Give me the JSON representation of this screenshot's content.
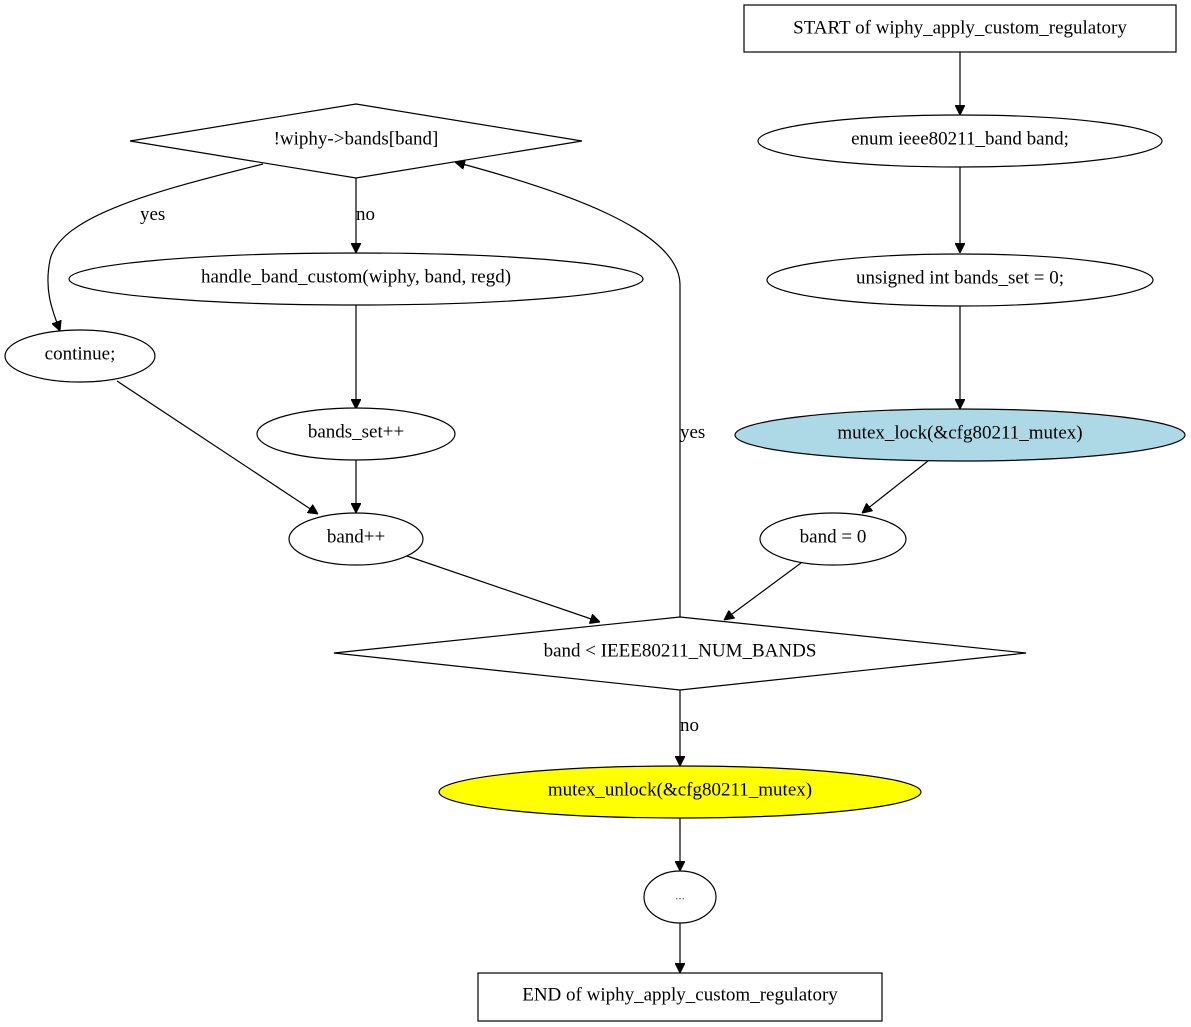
{
  "diagram": {
    "nodes": {
      "start": {
        "label": "START of wiphy_apply_custom_regulatory"
      },
      "enum_band": {
        "label": "enum ieee80211_band band;"
      },
      "bands_set_init": {
        "label": "unsigned int bands_set = 0;"
      },
      "mutex_lock": {
        "label": "mutex_lock(&cfg80211_mutex)",
        "fill": "#add8e6"
      },
      "band_zero": {
        "label": "band = 0"
      },
      "loop_cond": {
        "label": "band < IEEE80211_NUM_BANDS"
      },
      "check_band": {
        "label": "!wiphy->bands[band]"
      },
      "handle_band": {
        "label": "handle_band_custom(wiphy, band, regd)"
      },
      "continue_stmt": {
        "label": "continue;"
      },
      "bands_set_inc": {
        "label": "bands_set++"
      },
      "band_inc": {
        "label": "band++"
      },
      "mutex_unlock": {
        "label": "mutex_unlock(&cfg80211_mutex)",
        "fill": "#ffff00"
      },
      "ellipsis": {
        "label": "..."
      },
      "end": {
        "label": "END of wiphy_apply_custom_regulatory"
      }
    },
    "edge_labels": {
      "check_yes": "yes",
      "check_no": "no",
      "loop_yes": "yes",
      "loop_no": "no"
    }
  }
}
